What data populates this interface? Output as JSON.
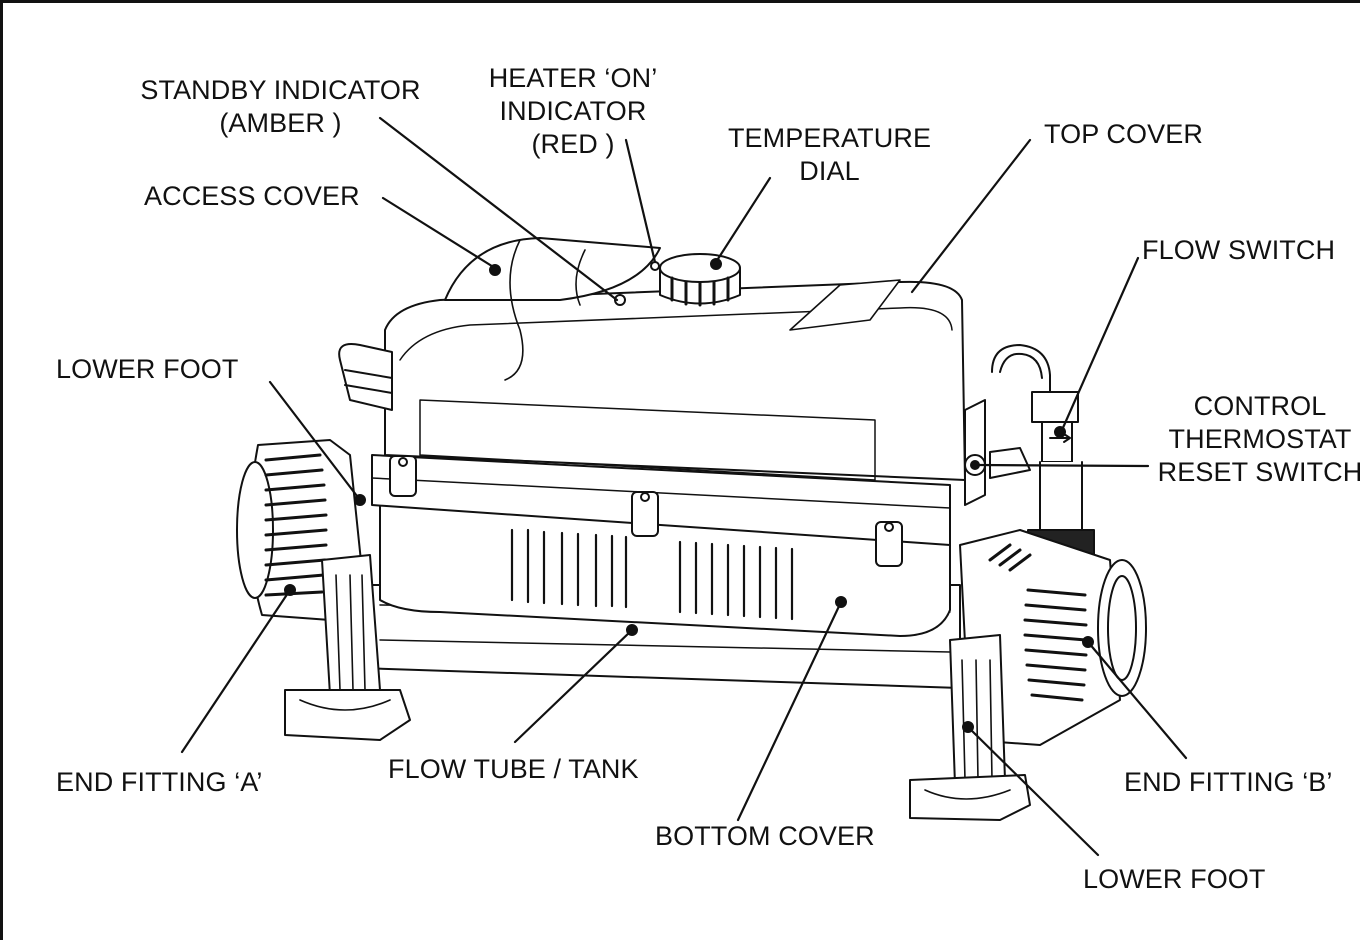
{
  "labels": {
    "standby_indicator": "STANDBY INDICATOR\n(AMBER )",
    "heater_on_indicator": "HEATER ‘ON’\nINDICATOR\n(RED )",
    "temperature_dial": "TEMPERATURE\nDIAL",
    "top_cover": "TOP COVER",
    "access_cover": "ACCESS COVER",
    "flow_switch": "FLOW SWITCH",
    "lower_foot_left": "LOWER FOOT",
    "control_thermostat_reset_switch": "CONTROL\nTHERMOSTAT\nRESET SWITCH",
    "end_fitting_a": "END FITTING ‘A’",
    "flow_tube_tank": "FLOW TUBE / TANK",
    "end_fitting_b": "END FITTING ‘B’",
    "bottom_cover": "BOTTOM COVER",
    "lower_foot_right": "LOWER FOOT"
  }
}
